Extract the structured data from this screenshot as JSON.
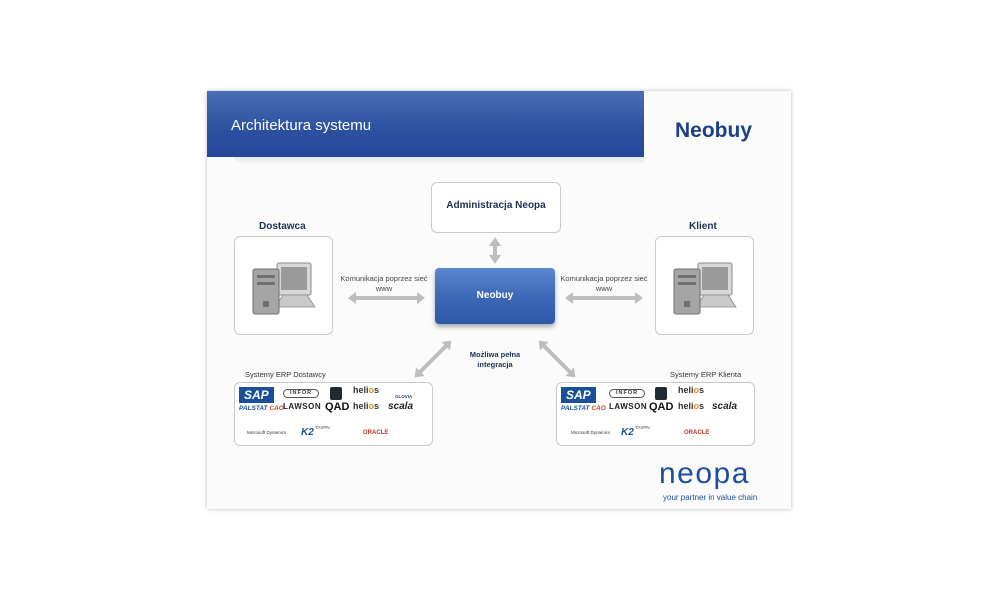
{
  "slide": {
    "title": "Architektura systemu",
    "brand": "Neobuy",
    "admin": "Administracja Neopa",
    "center": "Neobuy",
    "left_role": "Dostawca",
    "right_role": "Klient",
    "comm_left": "Komunikacja poprzez sieć www",
    "comm_right": "Komunikacja poprzez sieć www",
    "integration": "Możliwa pełna integracja",
    "erp_left_title": "Systemy ERP Dostawcy",
    "erp_right_title": "Systemy ERP Klienta",
    "erp_logos": {
      "sap": "SAP",
      "palstat": "PALSTAT",
      "cao": "CAO",
      "infor": "INFOR",
      "lawson": "LAWSON",
      "qad": "QAD",
      "helios_he": "heli",
      "helios_o": "o",
      "helios_s": "s",
      "glovia": "GLOVIA",
      "scala": "scala",
      "ms_dynamics": "Microsoft Dynamics",
      "k2": "K2",
      "tiny_brand": "TAXPN",
      "oracle": "ORACLE"
    },
    "footer_brand": "neopa",
    "footer_tagline": "your partner in value chain"
  },
  "colors": {
    "header_blue": "#2d52a0",
    "brand_navy": "#1d3f87",
    "neopa_blue": "#1d4e9e",
    "arrow_grey": "#bdbdbd"
  },
  "icons": [
    "computer-icon",
    "double-arrow-icon"
  ]
}
